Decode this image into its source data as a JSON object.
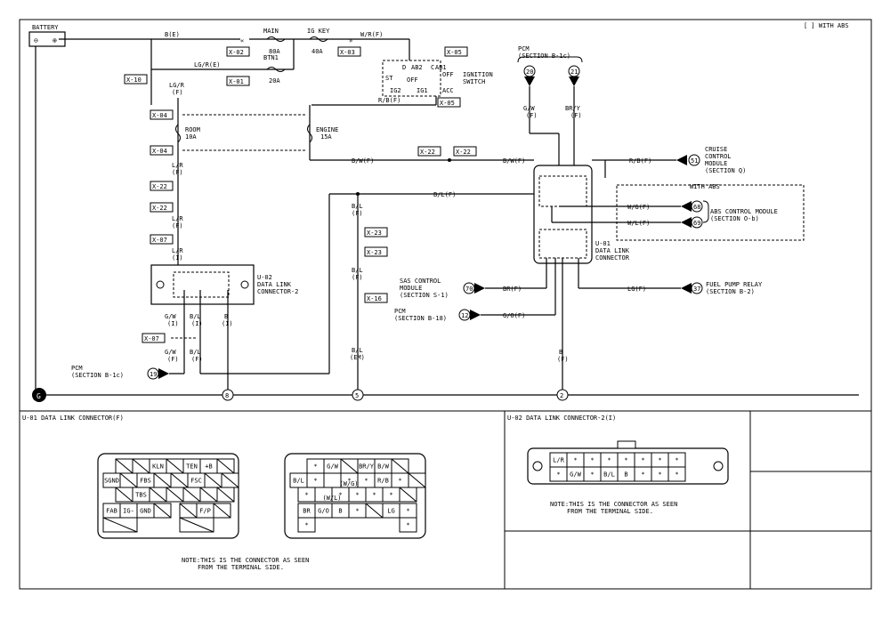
{
  "top_note": "[ ] WITH ABS",
  "battery": {
    "label": "BATTERY",
    "neg": "⊖",
    "pos": "⊕"
  },
  "fuses": {
    "main": "MAIN",
    "main_amp": "80A",
    "igkey": "IG KEY",
    "igkey_amp": "40A",
    "btn1": "BTN1",
    "btn1_amp": "20A",
    "room": "ROOM",
    "room_amp": "10A",
    "engine": "ENGINE",
    "engine_amp": "15A"
  },
  "wires": {
    "be": "B(E)",
    "wrf": "W/R(F)",
    "lgre": "LG/R(E)",
    "lgr": "LG/R",
    "f": "(F)",
    "i": "(I)",
    "em": "(EM)",
    "rbf": "R/B(F)",
    "bwf": "B/W(F)",
    "bwf2": "B/W(F)",
    "lr": "L/R",
    "blf": "B/L(F)",
    "bl": "B/L",
    "gw": "G/W",
    "bry": "BR/Y",
    "b": "B",
    "rbf2": "R/B(F)",
    "wgf": "W/G(F)",
    "wlf": "W/L(F)",
    "brf": "BR(F)",
    "gof": "G/O(F)",
    "lgf": "LG(F)"
  },
  "connectors": {
    "x02": "X-02",
    "x03": "X-03",
    "x05": "X-05",
    "x05b": "X-05",
    "x10": "X-10",
    "x01": "X-01",
    "x04": "X-04",
    "x04b": "X-04",
    "x22": "X-22",
    "x22b": "X-22",
    "x22c": "X-22",
    "x22d": "X-22",
    "x07": "X-07",
    "x07b": "X-07",
    "x23": "X-23",
    "x23b": "X-23",
    "x16": "X-16"
  },
  "ign": {
    "title": "IGNITION",
    "title2": "SWITCH",
    "d": "D",
    "c": "C",
    "ab1": "AB1",
    "ab2": "AB2",
    "st": "ST",
    "ig2": "IG2",
    "ig1": "IG1",
    "off": "OFF",
    "off2": "OFF",
    "acc": "ACC"
  },
  "pcm_top": {
    "label": "PCM",
    "section": "(SECTION B-1c)",
    "p20": "20",
    "p21": "21"
  },
  "dest": {
    "cruise1": "CRUISE",
    "cruise2": "CONTROL",
    "cruise3": "MODULE",
    "cruise4": "(SECTION Q)",
    "cruise_pin": "51",
    "with_abs": "WITH ABS",
    "abs1": "ABS CONTROL MODULE",
    "abs2": "(SECTION O-b)",
    "abs_pin1": "68",
    "abs_pin2": "69",
    "u01a": "U-01",
    "u01b": "DATA LINK",
    "u01c": "CONNECTOR",
    "sas1": "SAS CONTROL",
    "sas2": "MODULE",
    "sas3": "(SECTION S-1)",
    "sas_pin": "70",
    "pcm2a": "PCM",
    "pcm2b": "(SECTION B-18)",
    "pcm2_pin": "12",
    "fuel1": "FUEL PUMP RELAY",
    "fuel2": "(SECTION B-2)",
    "fuel_pin": "37",
    "pcm3a": "PCM",
    "pcm3b": "(SECTION B-1c)",
    "pcm3_pin": "19",
    "u02a": "U-02",
    "u02b": "DATA LINK",
    "u02c": "CONNECTOR-2"
  },
  "grounds": {
    "g1": "8",
    "g2": "5",
    "g3": "2",
    "sym": "G"
  },
  "bottom": {
    "u01_title": "U-01 DATA LINK CONNECTOR(F)",
    "u02_title": "U-02 DATA LINK CONNECTOR-2(I)",
    "note_a": "NOTE:THIS IS THE CONNECTOR AS SEEN",
    "note_b": "FROM THE TERMINAL SIDE.",
    "note2_a": "NOTE:THIS IS THE CONNECTOR AS SEEN",
    "note2_b": "FROM THE TERMINAL SIDE."
  },
  "u01_left": [
    "KLN",
    "TEN",
    "+B",
    "SGND",
    "FBS",
    "FSC",
    "TBS",
    "FAB",
    "IG-",
    "GND",
    "F/P"
  ],
  "u01_right": [
    "*",
    "G/W",
    "BR/Y",
    "B/W",
    "B/L",
    "*",
    "*",
    "*",
    "R/B",
    "*",
    "*",
    "*",
    "*",
    "*",
    "*",
    "BR",
    "G/O",
    "B",
    "*",
    "LG",
    "*",
    "*",
    "*"
  ],
  "u01_right_sub": [
    "(W/G)",
    "(W/L)"
  ],
  "u02_row1": [
    "L/R",
    "*",
    "*",
    "*",
    "*",
    "*",
    "*",
    "*"
  ],
  "u02_row2": [
    "*",
    "G/W",
    "*",
    "B/L",
    "B",
    "*",
    "*",
    "*"
  ]
}
